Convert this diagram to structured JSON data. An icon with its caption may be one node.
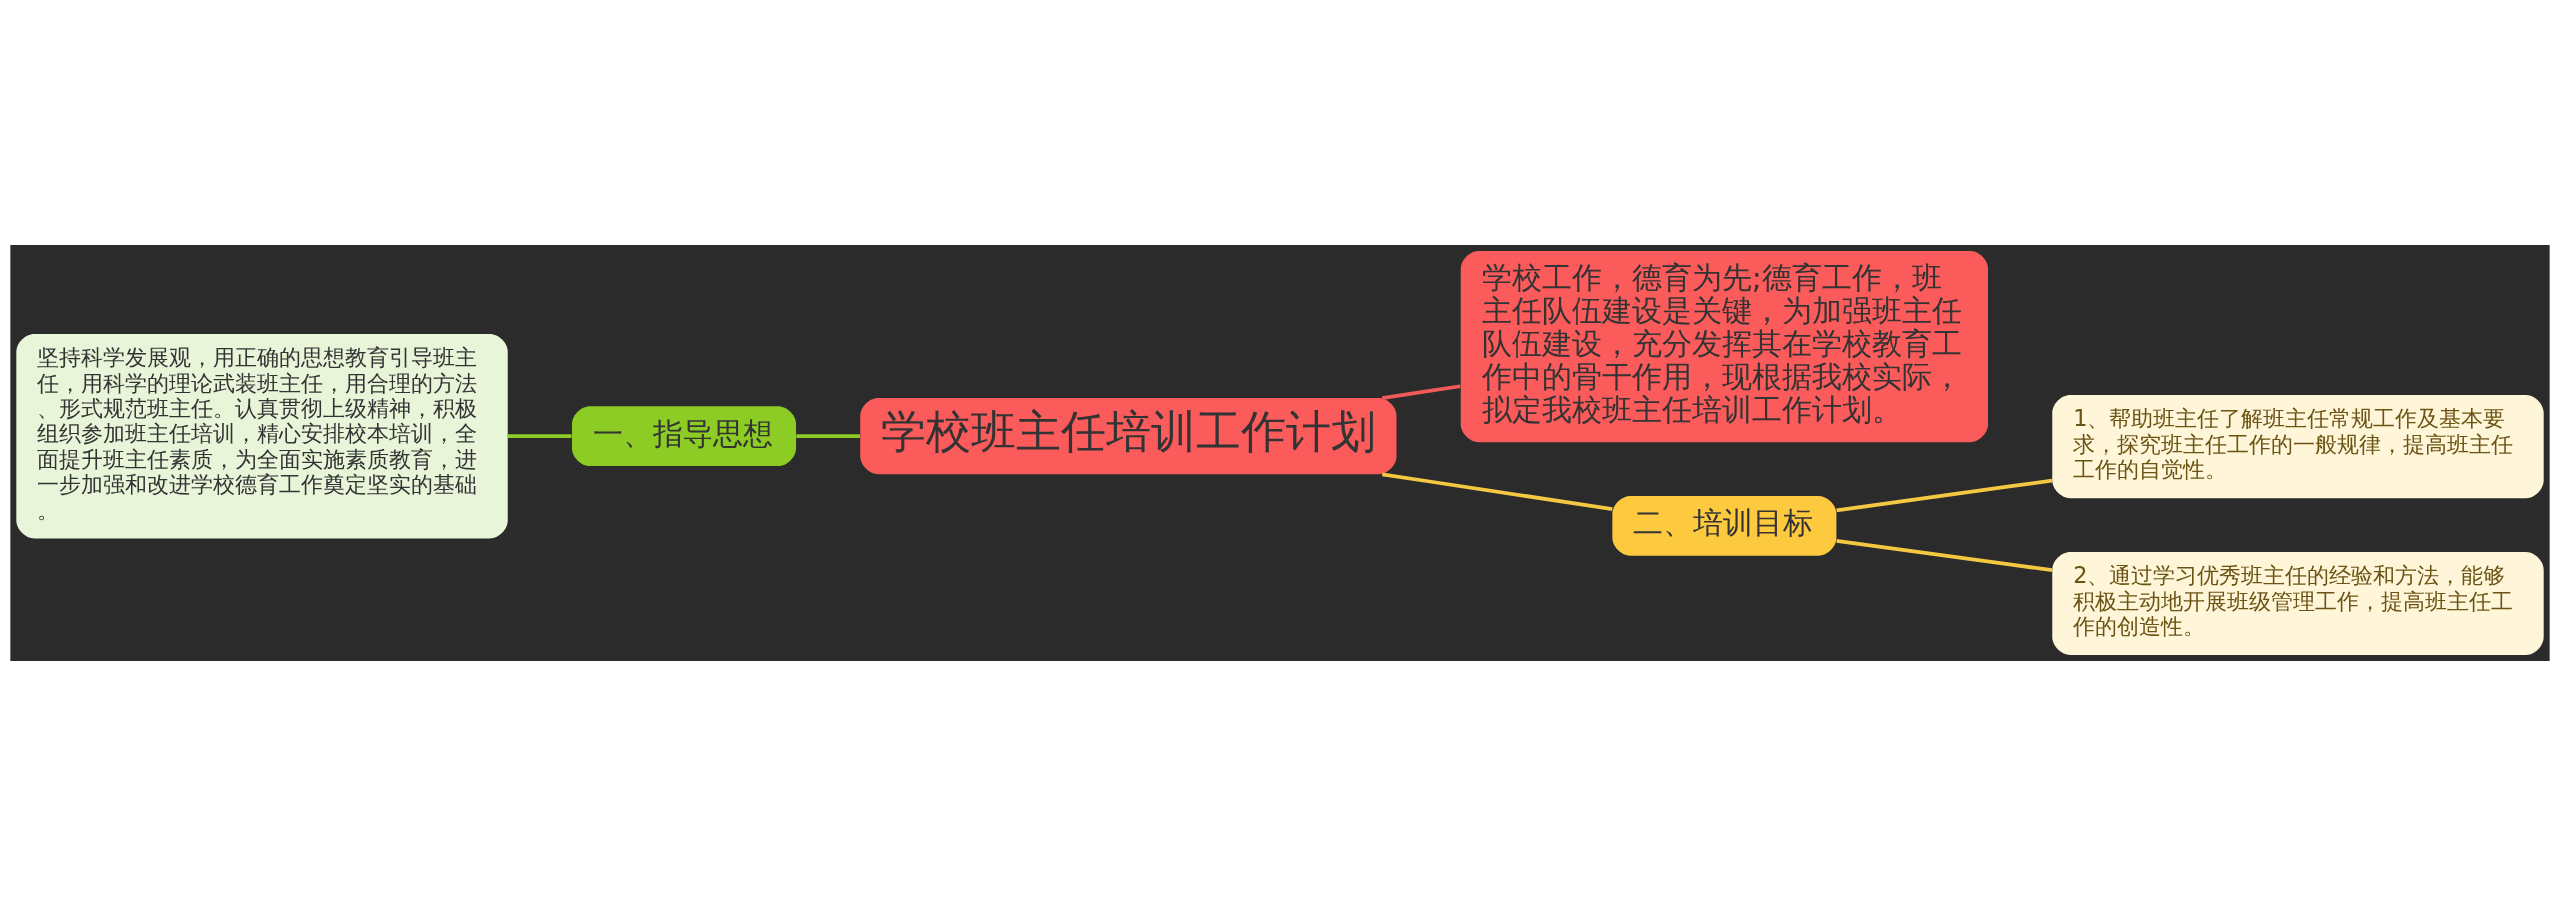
{
  "diagram": {
    "nodes": [
      {
        "text": [
          "学校班主任培训工作计划"
        ]
      },
      {
        "text": [
          "学校工作，德育为先;德育工作，班主任队伍建设是关键，为加强班主任队伍建设，充分发挥其在学校教育工作中的骨干作用，现根据我校实际，拟定我校班主任培训工作计划。"
        ]
      },
      {
        "text": [
          "一、指导思想"
        ]
      },
      {
        "text": [
          "坚持科学发展观，用正确的思想教育引导班主任，用科学的理论武装班主任，用合理的方法、形式规范班主任。认真贯彻上级精神，积极组织参加班主任培训，精心安排校本培训，全面提升班主任素质，为全面实施素质教育，进一步加强和改进学校德育工作奠定坚实的基础。"
        ]
      },
      {
        "text": [
          "二、培训目标"
        ]
      },
      {
        "text": [
          "1、帮助班主任了解班主任常规工作及基本要求，探究班主任工作的一般规律，提高班主任工作的自觉性。"
        ]
      },
      {
        "text": [
          "2、通过学习优秀班主任的经验和方法，能够积极主动地开展班级管理工作，提高班主任工作的创造性。"
        ]
      }
    ],
    "edges": [
      {
        "from": 0,
        "to": 1,
        "arrow": "none",
        "color": "#f25a5a"
      },
      {
        "from": 0,
        "to": 2,
        "arrow": "none",
        "color": "#8ccc24"
      },
      {
        "from": 2,
        "to": 3,
        "arrow": "none",
        "color": "#8ccc24"
      },
      {
        "from": 0,
        "to": 4,
        "arrow": "none",
        "color": "#f5c842"
      },
      {
        "from": 4,
        "to": 5,
        "arrow": "none",
        "color": "#f5c842"
      },
      {
        "from": 4,
        "to": 6,
        "arrow": "none",
        "color": "#f5c842"
      }
    ]
  }
}
